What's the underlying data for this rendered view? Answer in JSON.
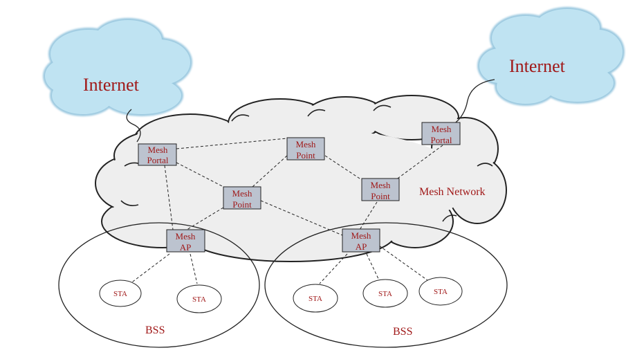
{
  "internet_left": "Internet",
  "internet_right": "Internet",
  "mesh_network_label": "Mesh Network",
  "nodes": {
    "portal_left": [
      "Mesh",
      "Portal"
    ],
    "point_top": [
      "Mesh",
      "Point"
    ],
    "portal_right": [
      "Mesh",
      "Portal"
    ],
    "point_center": [
      "Mesh",
      "Point"
    ],
    "point_right": [
      "Mesh",
      "Point"
    ],
    "ap_left": [
      "Mesh",
      "AP"
    ],
    "ap_right": [
      "Mesh",
      "AP"
    ]
  },
  "sta_label": "STA",
  "bss_left": "BSS",
  "bss_right": "BSS",
  "colors": {
    "text": "#a01818",
    "internet_cloud_fill": "#bfe3f2",
    "internet_cloud_stroke": "#9cc9e0",
    "node_fill": "#bcc3cf",
    "mesh_cloud_fill": "#eeeeee"
  }
}
